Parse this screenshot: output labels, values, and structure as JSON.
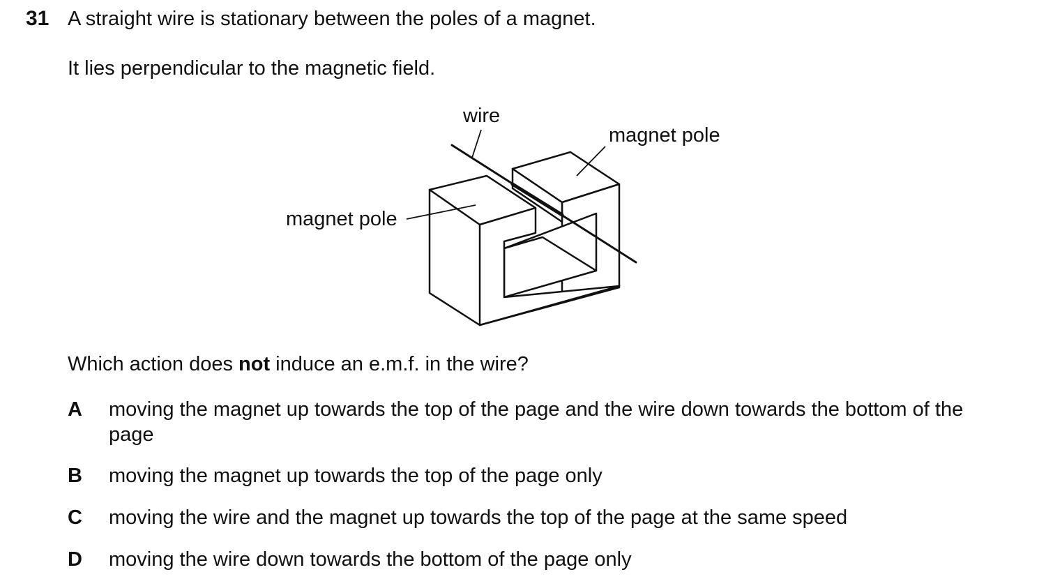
{
  "question": {
    "number": "31",
    "stem_line1": "A straight wire is stationary between the poles of a magnet.",
    "stem_line2": "It lies perpendicular to the magnetic field.",
    "prompt_before": "Which action does ",
    "prompt_bold": "not",
    "prompt_after": " induce an e.m.f. in the wire?"
  },
  "diagram": {
    "label_wire": "wire",
    "label_magnet_pole_right": "magnet pole",
    "label_magnet_pole_left": "magnet pole"
  },
  "options": [
    {
      "letter": "A",
      "text": "moving the magnet up towards the top of the page and the wire down towards the bottom of the page"
    },
    {
      "letter": "B",
      "text": "moving the magnet up towards the top of the page only"
    },
    {
      "letter": "C",
      "text": "moving the wire and the magnet up towards the top of the page at the same speed"
    },
    {
      "letter": "D",
      "text": "moving the wire down towards the bottom of the page only"
    }
  ]
}
